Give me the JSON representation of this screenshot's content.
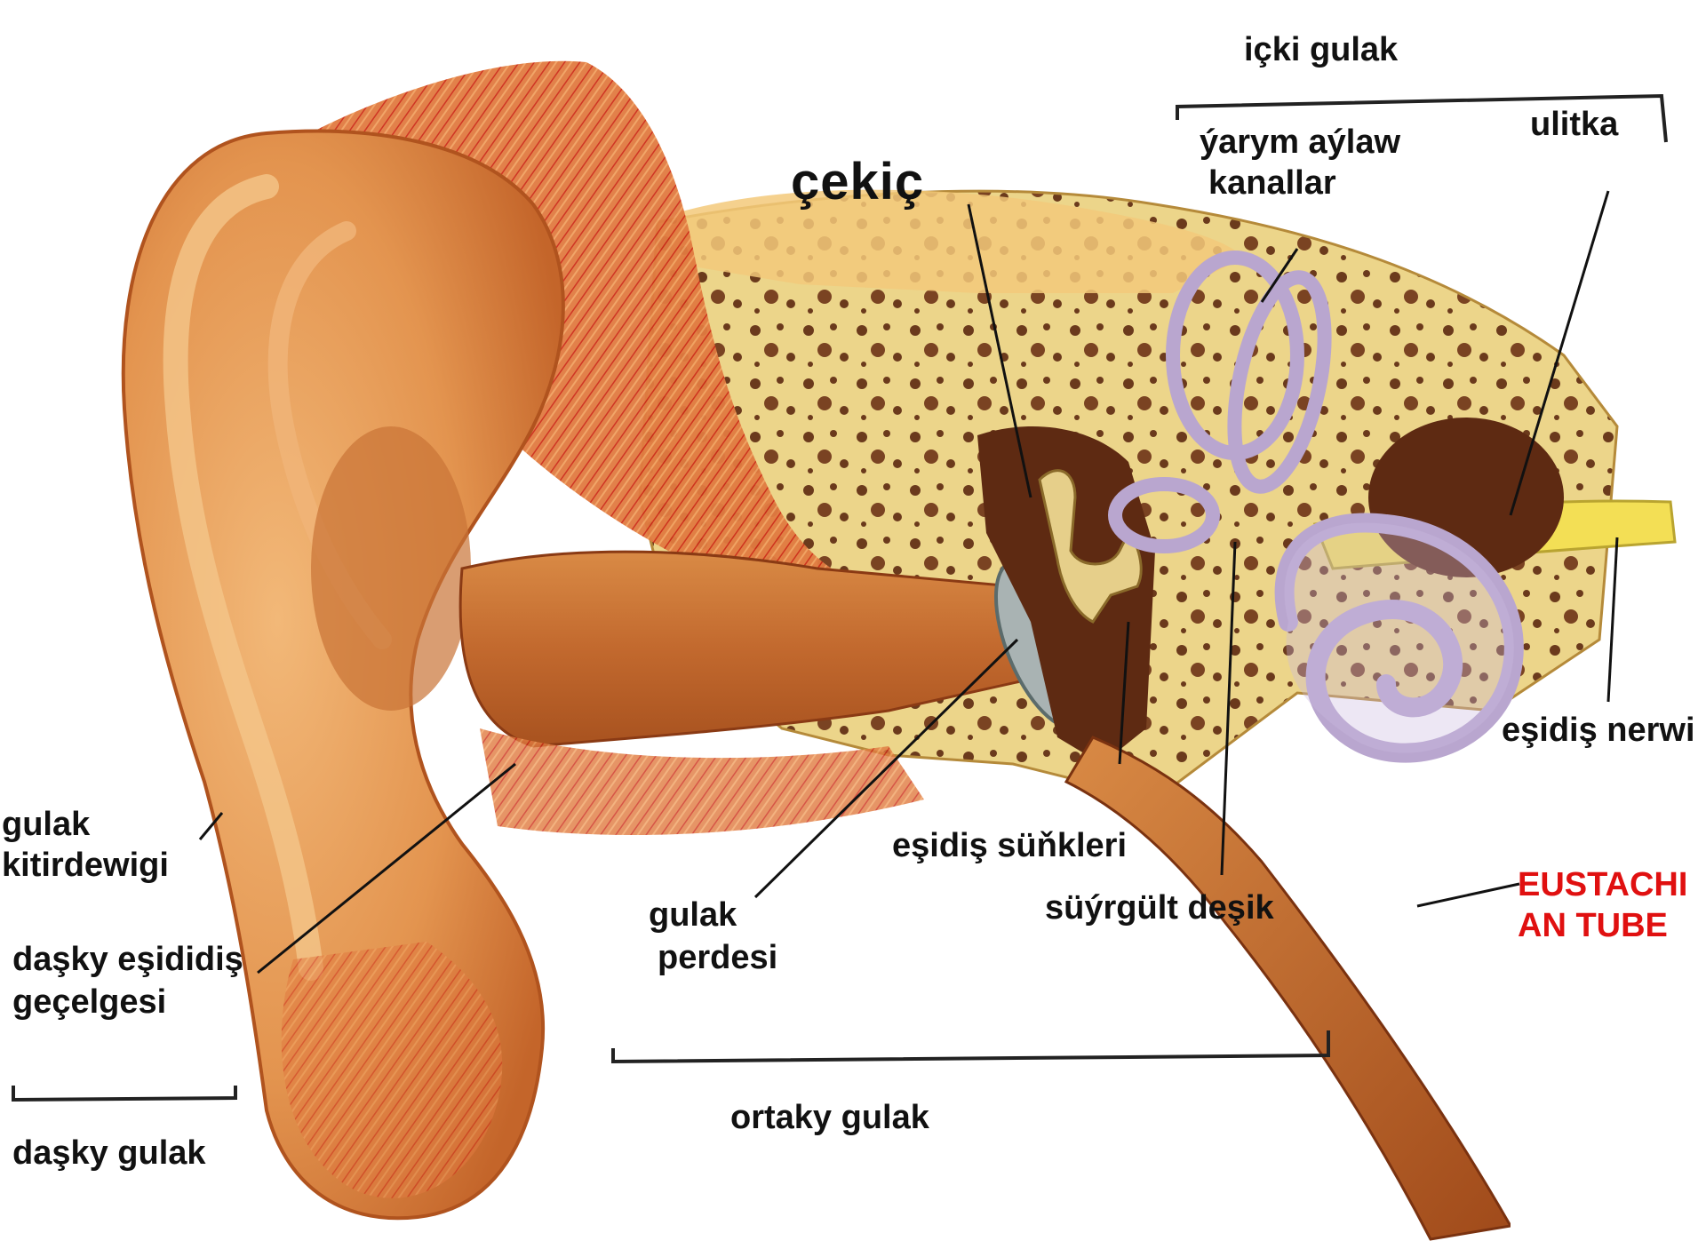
{
  "labels": {
    "icki_gulak": "içki gulak",
    "ulitka": "ulitka",
    "yarym_aylaw_line1": "ýarym aýlaw",
    "yarym_aylaw_line2": "kanallar",
    "cekic": "çekiç",
    "gulak_kitirdewigi_line1": "gulak",
    "gulak_kitirdewigi_line2": "kitirdewigi",
    "dasky_esididis_line1": "daşky eşididiş",
    "dasky_esididis_line2": "geçelgesi",
    "dasky_gulak": "daşky gulak",
    "esidis_sunkleri": "eşidiş süňkleri",
    "suyrgult_desik": "süýrgült deşik",
    "gulak_perdesi_line1": "gulak",
    "gulak_perdesi_line2": "perdesi",
    "ortaky_gulak": "ortaky gulak",
    "esidis_nerwi": "eşidiş nerwi",
    "eustachian_line1": "EUSTACHI",
    "eustachian_line2": "AN TUBE"
  },
  "colors": {
    "skin": "#e8a262",
    "skin_dark": "#c96a2c",
    "muscle_red": "#d8442a",
    "bone": "#efd68a",
    "bone_dark": "#6b3a1c",
    "cochlea": "#b9a6cf",
    "nerve": "#f3df55",
    "eardrum": "#a9b3b3",
    "red_label": "#e01010"
  }
}
